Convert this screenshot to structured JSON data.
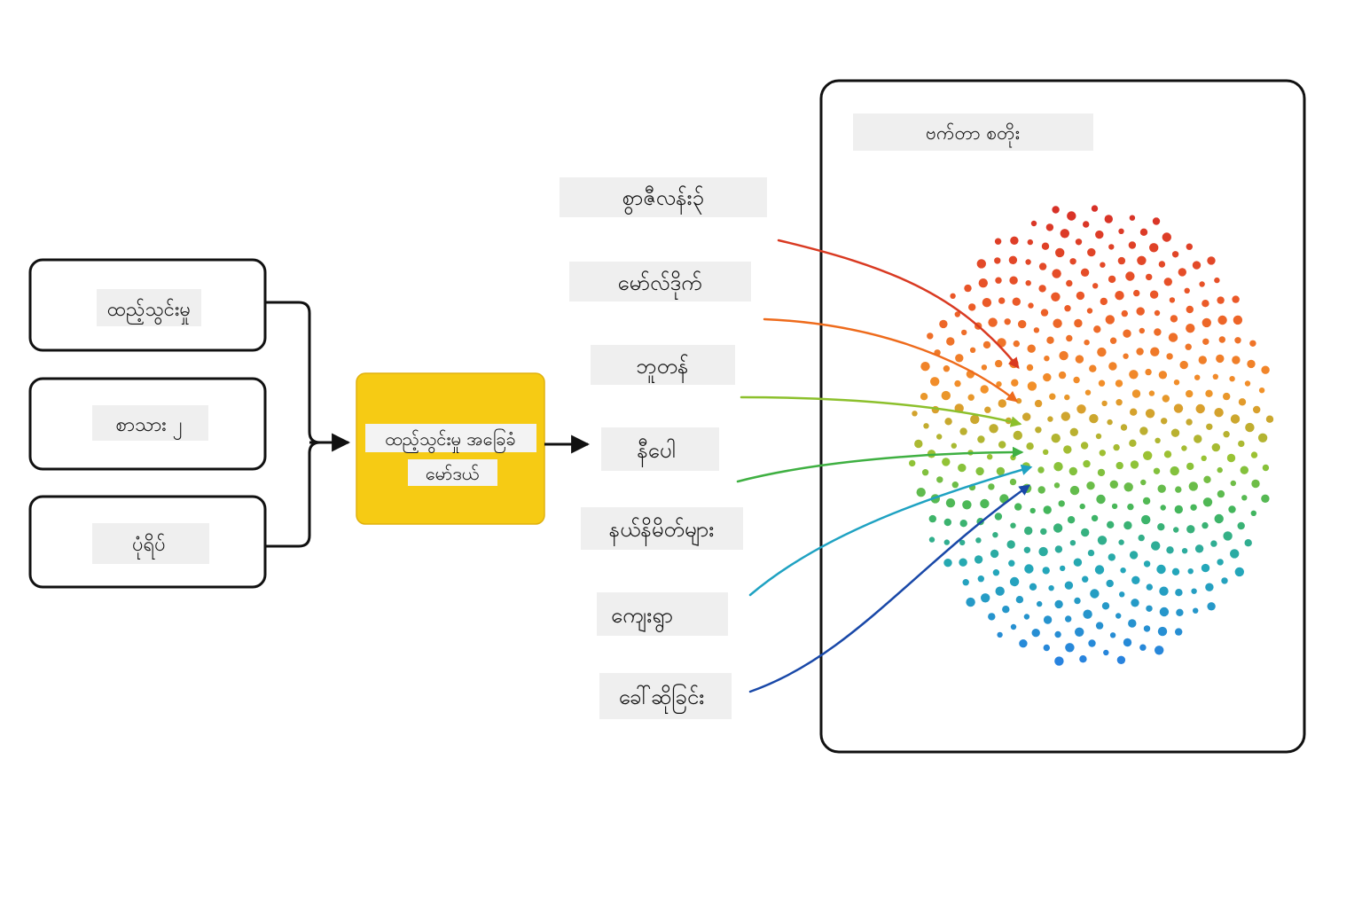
{
  "inputs": [
    {
      "label": "ထည့်သွင်းမှု"
    },
    {
      "label": "စာသား ၂"
    },
    {
      "label": "ပုံရိပ်"
    }
  ],
  "model": {
    "label_line1": "ထည့်သွင်းမှု အခြေခံ",
    "label_line2": "မော်ဒယ်",
    "color": "#F6CB14"
  },
  "outputs": [
    {
      "label": "စွာဇီလန်း၃်",
      "color": "#D93A22"
    },
    {
      "label": "မော်လ်ဒိုက်",
      "color": "#EE6B1C"
    },
    {
      "label": "ဘူတန်",
      "color": "#8CC02C"
    },
    {
      "label": "နီပေါ",
      "color": "#3FB042"
    },
    {
      "label": "နယ်နိမိတ်များ",
      "color": ""
    },
    {
      "label": "ကျေးရွာ",
      "color": "#1FA2C2"
    },
    {
      "label": "ခေါ်ဆိုခြင်း",
      "color": "#1948A8"
    }
  ],
  "panel": {
    "title": "ဗက်တာ စတိုး"
  },
  "colors": {
    "stroke": "#111111",
    "label_bg": "#EFEFEF",
    "cloud_top": "#D62E27",
    "cloud_mid": "#8CC63F",
    "cloud_bottom": "#2A8BE0"
  }
}
